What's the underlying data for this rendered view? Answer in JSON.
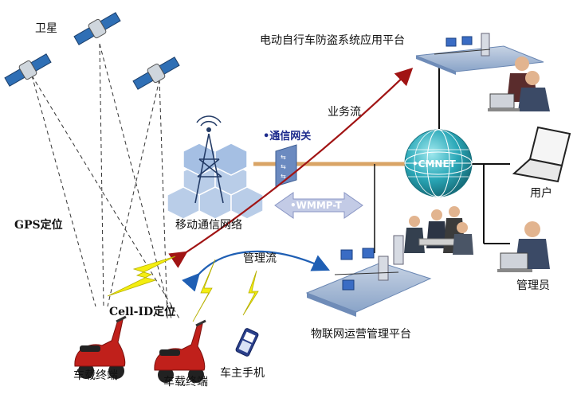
{
  "labels": {
    "satellite": "卫星",
    "gps_positioning": "GPS定位",
    "cell_id_positioning": "Cell-ID定位",
    "mobile_network": "移动通信网络",
    "comm_gateway": "•通信网关",
    "wmmp": "•WMMP-T",
    "business_flow": "业务流",
    "management_flow": "管理流",
    "theft_platform": "电动自行车防盗系统应用平台",
    "iot_platform": "物联网运营管理平台",
    "cmnet": "•CMNET",
    "user": "用户",
    "admin": "管理员",
    "vehicle_terminal_1": "车载终端",
    "vehicle_terminal_2": "车载终端",
    "owner_phone": "车主手机"
  },
  "colors": {
    "flow_red": "#a11414",
    "flow_blue": "#1f5fb4",
    "backbone": "#d9a466",
    "lightning": "#f4ee10",
    "platform": "#8aa4c8",
    "globe": "#2aa8b8"
  }
}
